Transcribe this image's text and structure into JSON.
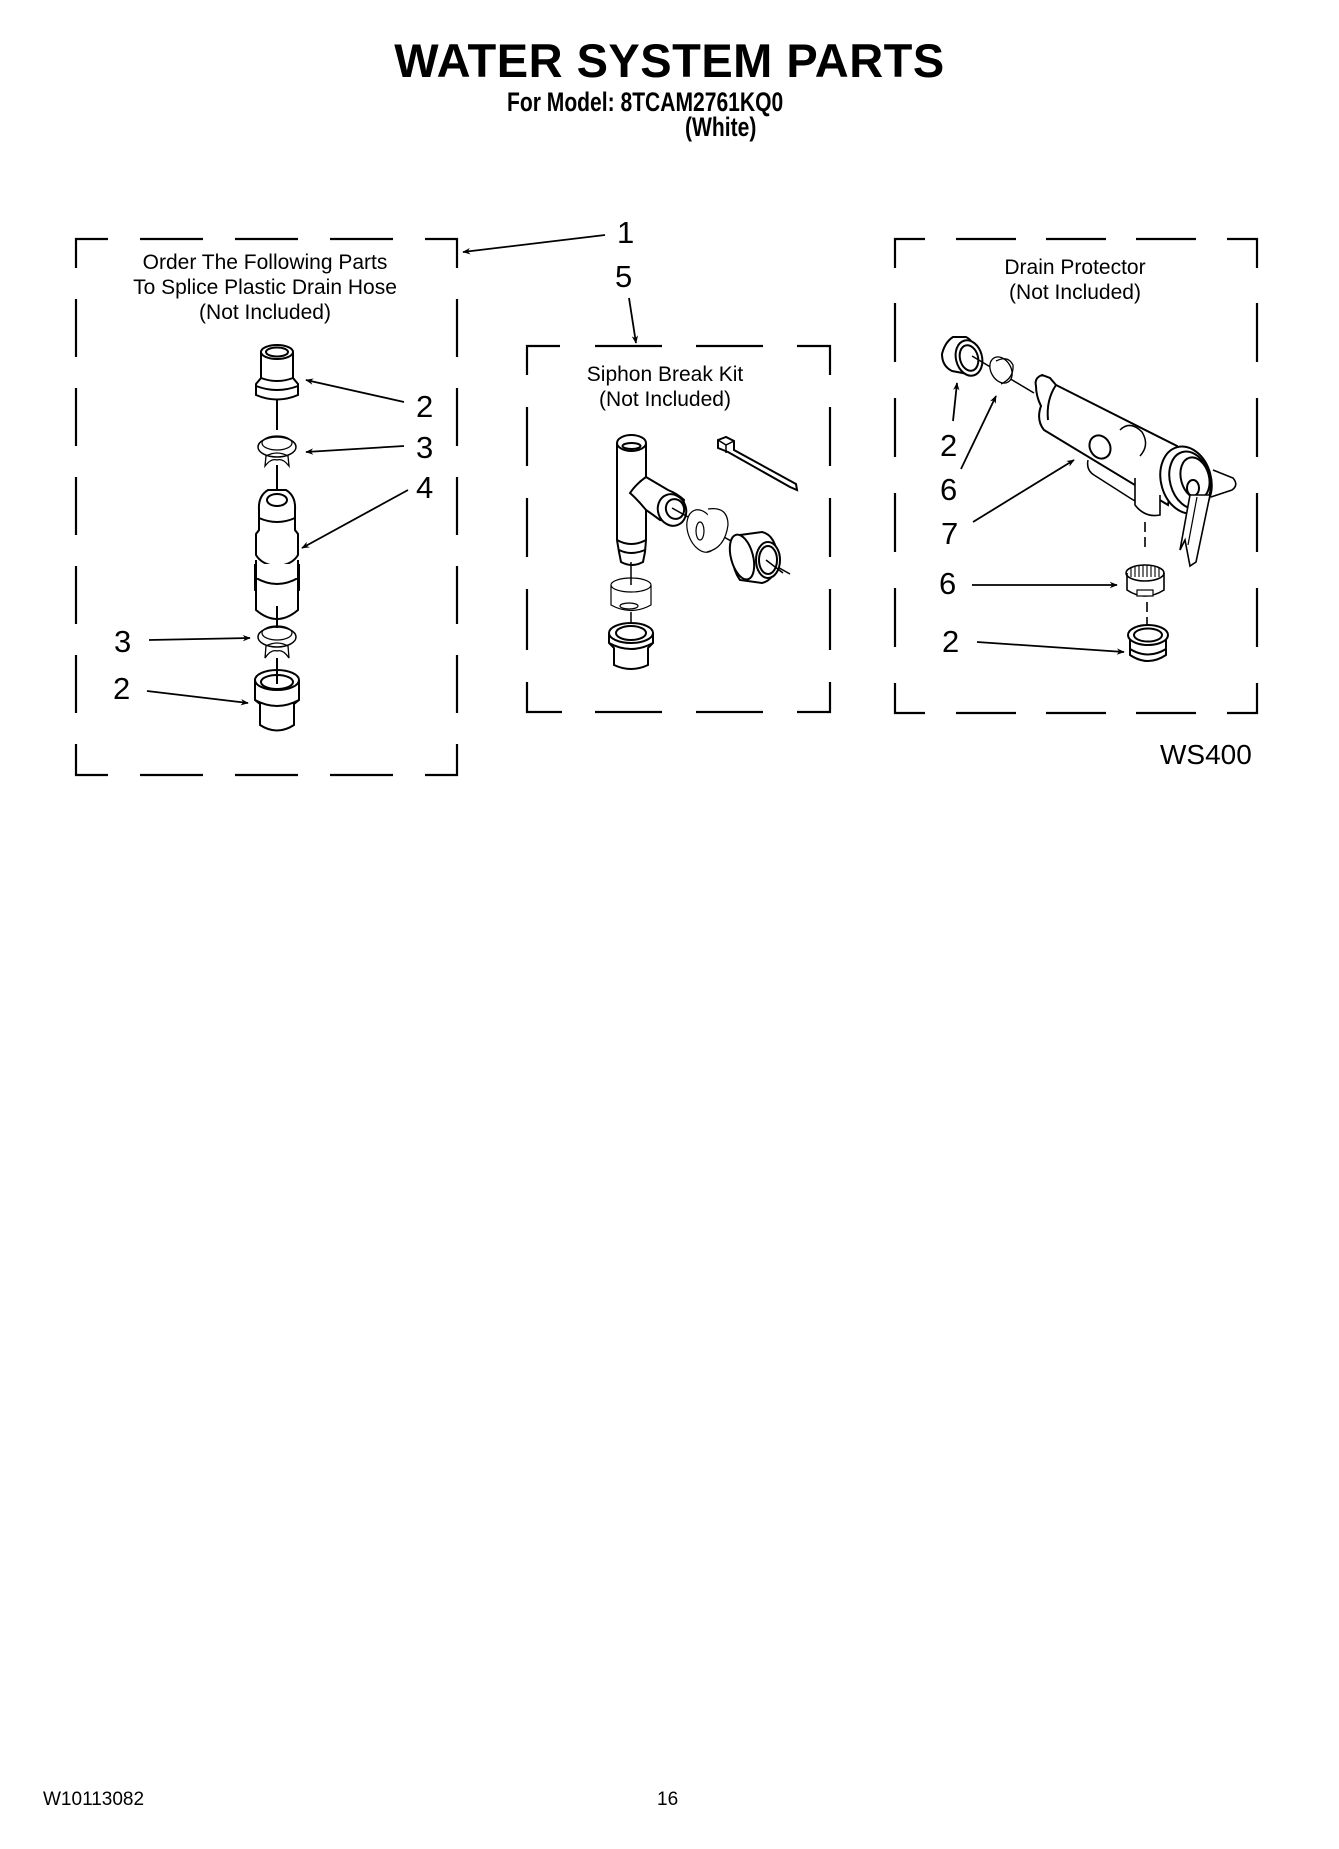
{
  "header": {
    "title": "WATER SYSTEM PARTS",
    "model_line": "For Model: 8TCAM2761KQ0",
    "variant": "(White)"
  },
  "panels": [
    {
      "id": "splice-kit",
      "label_lines": [
        "Order The Following Parts",
        "To Splice Plastic Drain Hose",
        "(Not Included)"
      ],
      "callouts": [
        "1",
        "2",
        "3",
        "4",
        "3",
        "2"
      ]
    },
    {
      "id": "siphon-break-kit",
      "label_lines": [
        "Siphon Break Kit",
        "(Not Included)"
      ],
      "callouts": [
        "5"
      ]
    },
    {
      "id": "drain-protector",
      "label_lines": [
        "Drain Protector",
        "(Not Included)"
      ],
      "callouts": [
        "2",
        "6",
        "7",
        "6",
        "2"
      ]
    }
  ],
  "figure_id": "WS400",
  "footer": {
    "doc_number": "W10113082",
    "page_number": "16"
  },
  "colors": {
    "ink": "#000000",
    "paper": "#ffffff"
  }
}
